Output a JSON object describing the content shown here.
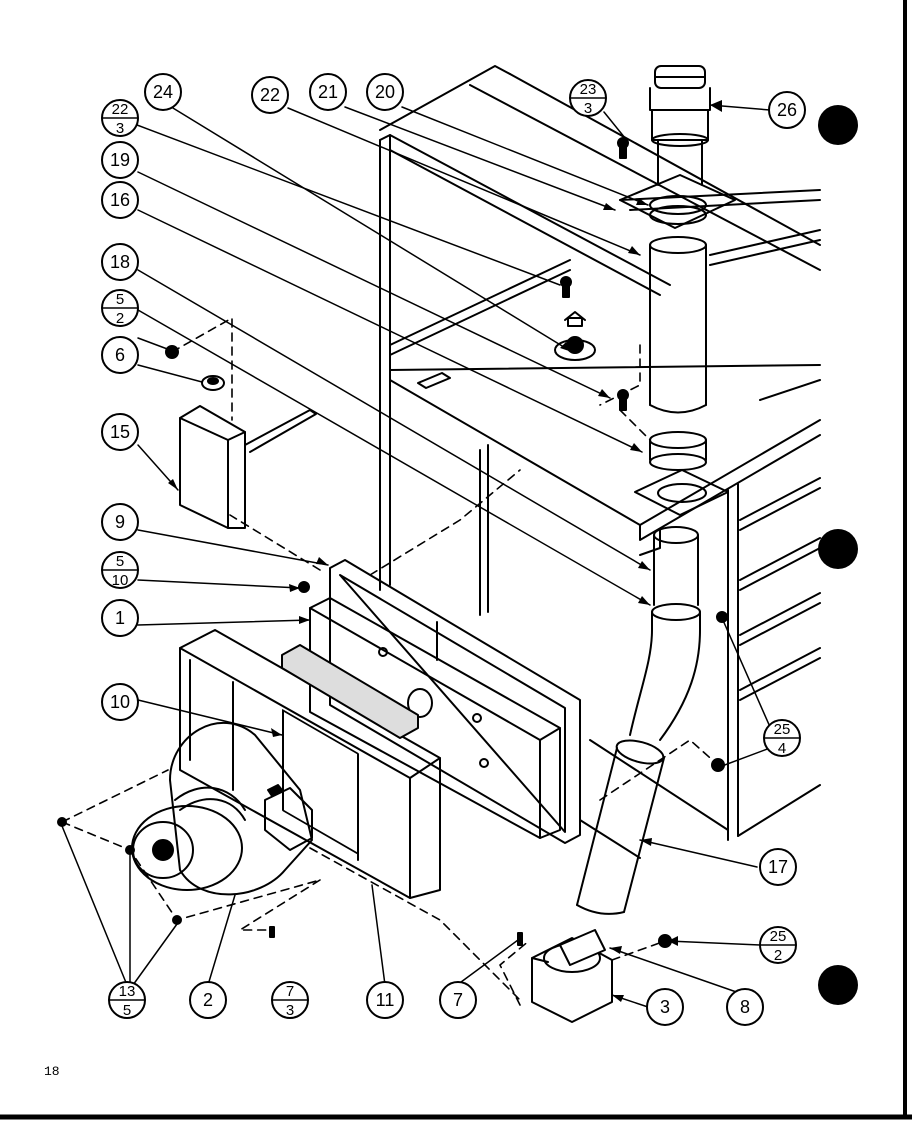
{
  "page_number": "18",
  "callouts": [
    {
      "id": "c24",
      "top": "24"
    },
    {
      "id": "c22a",
      "top": "22",
      "bottom": "3"
    },
    {
      "id": "c22b",
      "top": "22"
    },
    {
      "id": "c21",
      "top": "21"
    },
    {
      "id": "c20",
      "top": "20"
    },
    {
      "id": "c23",
      "top": "23",
      "bottom": "3"
    },
    {
      "id": "c26",
      "top": "26"
    },
    {
      "id": "c19",
      "top": "19"
    },
    {
      "id": "c16",
      "top": "16"
    },
    {
      "id": "c18",
      "top": "18"
    },
    {
      "id": "c5a",
      "top": "5",
      "bottom": "2"
    },
    {
      "id": "c6",
      "top": "6"
    },
    {
      "id": "c15",
      "top": "15"
    },
    {
      "id": "c9",
      "top": "9"
    },
    {
      "id": "c5b",
      "top": "5",
      "bottom": "10"
    },
    {
      "id": "c1",
      "top": "1"
    },
    {
      "id": "c10",
      "top": "10"
    },
    {
      "id": "c25a",
      "top": "25",
      "bottom": "4"
    },
    {
      "id": "c17",
      "top": "17"
    },
    {
      "id": "c25b",
      "top": "25",
      "bottom": "2"
    },
    {
      "id": "c13",
      "top": "13",
      "bottom": "5"
    },
    {
      "id": "c2",
      "top": "2"
    },
    {
      "id": "c7a",
      "top": "7",
      "bottom": "3"
    },
    {
      "id": "c11",
      "top": "11"
    },
    {
      "id": "c7b",
      "top": "7"
    },
    {
      "id": "c3",
      "top": "3"
    },
    {
      "id": "c8",
      "top": "8"
    }
  ]
}
